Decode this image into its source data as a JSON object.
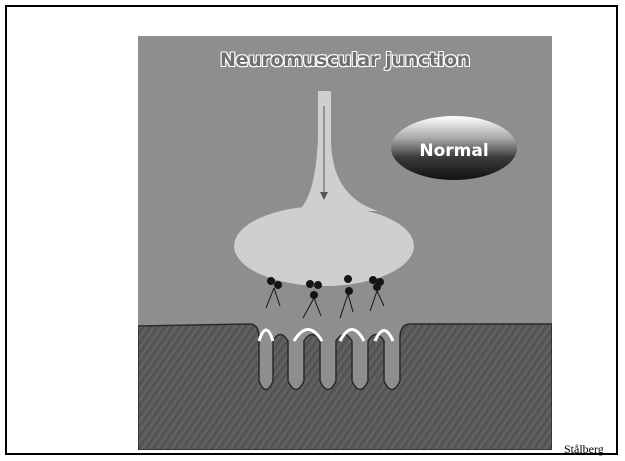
{
  "figure": {
    "title": "Neuromuscular junction",
    "badge": "Normal"
  },
  "credit": "Stålberg"
}
